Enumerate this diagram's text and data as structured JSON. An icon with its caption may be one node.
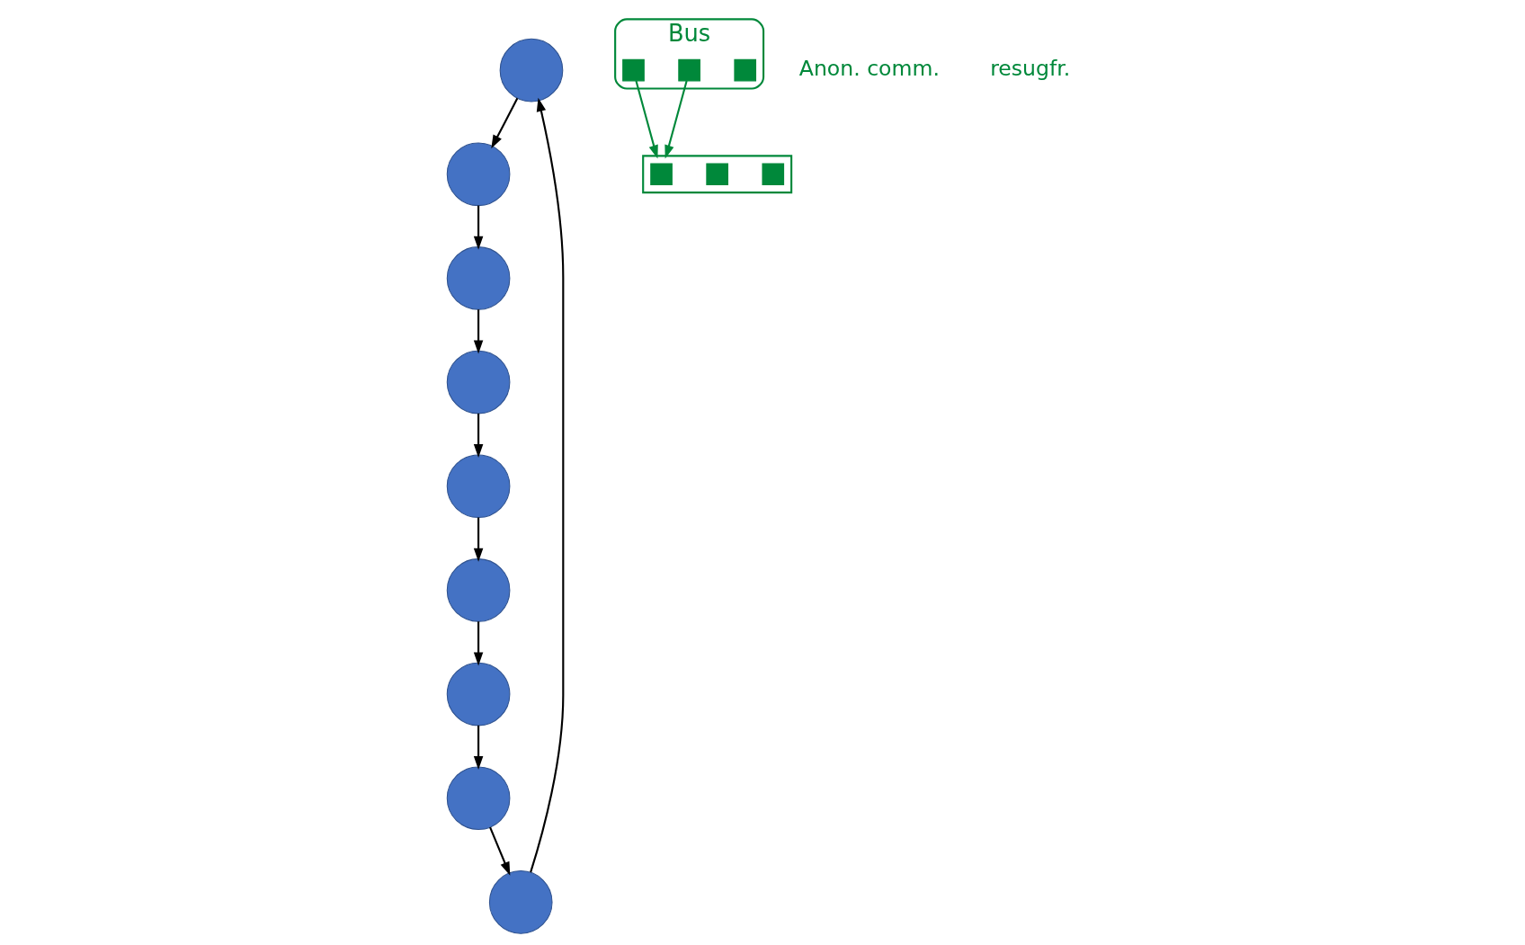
{
  "diagram": {
    "nodes": [
      {
        "text": [],
        "shape": "circle"
      },
      {
        "text": [],
        "shape": "circle"
      },
      {
        "text": [],
        "shape": "circle"
      },
      {
        "text": [],
        "shape": "circle"
      },
      {
        "text": [],
        "shape": "circle"
      },
      {
        "text": [],
        "shape": "circle"
      },
      {
        "text": [],
        "shape": "circle"
      },
      {
        "text": [],
        "shape": "circle"
      },
      {
        "text": [],
        "shape": "circle"
      },
      {
        "text": [
          "Bus"
        ]
      },
      {
        "text": [],
        "shape": "box",
        "in": 9
      },
      {
        "text": [],
        "shape": "box",
        "in": 9
      },
      {
        "text": [],
        "shape": "box",
        "in": 9
      },
      {
        "text": [],
        "shape": "box"
      },
      {
        "text": [],
        "shape": "box",
        "in": 13
      },
      {
        "text": [],
        "shape": "box",
        "in": 13
      },
      {
        "text": [],
        "shape": "box",
        "in": 13
      }
    ],
    "edges": [
      {
        "from": 0,
        "to": 1,
        "arrow": "to"
      },
      {
        "from": 1,
        "to": 2,
        "arrow": "to"
      },
      {
        "from": 2,
        "to": 3,
        "arrow": "to"
      },
      {
        "from": 3,
        "to": 4,
        "arrow": "to"
      },
      {
        "from": 4,
        "to": 5,
        "arrow": "to"
      },
      {
        "from": 5,
        "to": 6,
        "arrow": "to"
      },
      {
        "from": 6,
        "to": 7,
        "arrow": "to"
      },
      {
        "from": 7,
        "to": 8,
        "arrow": "to"
      },
      {
        "from": 8,
        "to": 0,
        "arrow": "to"
      },
      {
        "from": 10,
        "to": 13,
        "arrow": "to",
        "color": "#00883a"
      },
      {
        "from": 11,
        "to": 13,
        "arrow": "to",
        "color": "#00883a"
      }
    ],
    "labels": [
      "Anon. comm.",
      "resugfr."
    ]
  }
}
